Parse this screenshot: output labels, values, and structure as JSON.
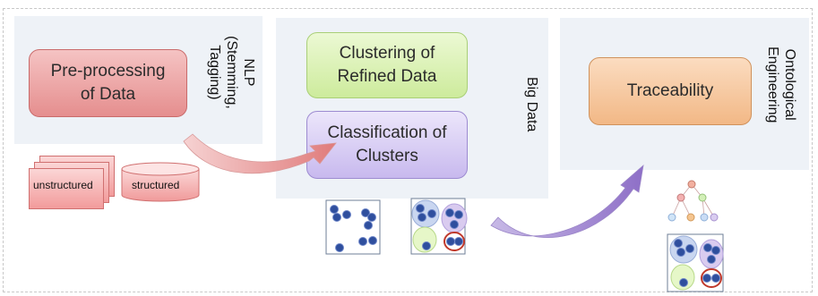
{
  "preprocessing": {
    "box_label": "Pre-processing\nof Data",
    "nlp_label": "NLP\n(Stemming,\nTagging)"
  },
  "bigdata": {
    "clustering_label": "Clustering of\nRefined Data",
    "classification_label": "Classification of\nClusters",
    "side_label": "Big Data"
  },
  "ontology": {
    "traceability_label": "Traceability",
    "side_label": "Ontological\nEngineering"
  },
  "data_sources": {
    "unstructured": "unstructured",
    "structured": "structured"
  }
}
